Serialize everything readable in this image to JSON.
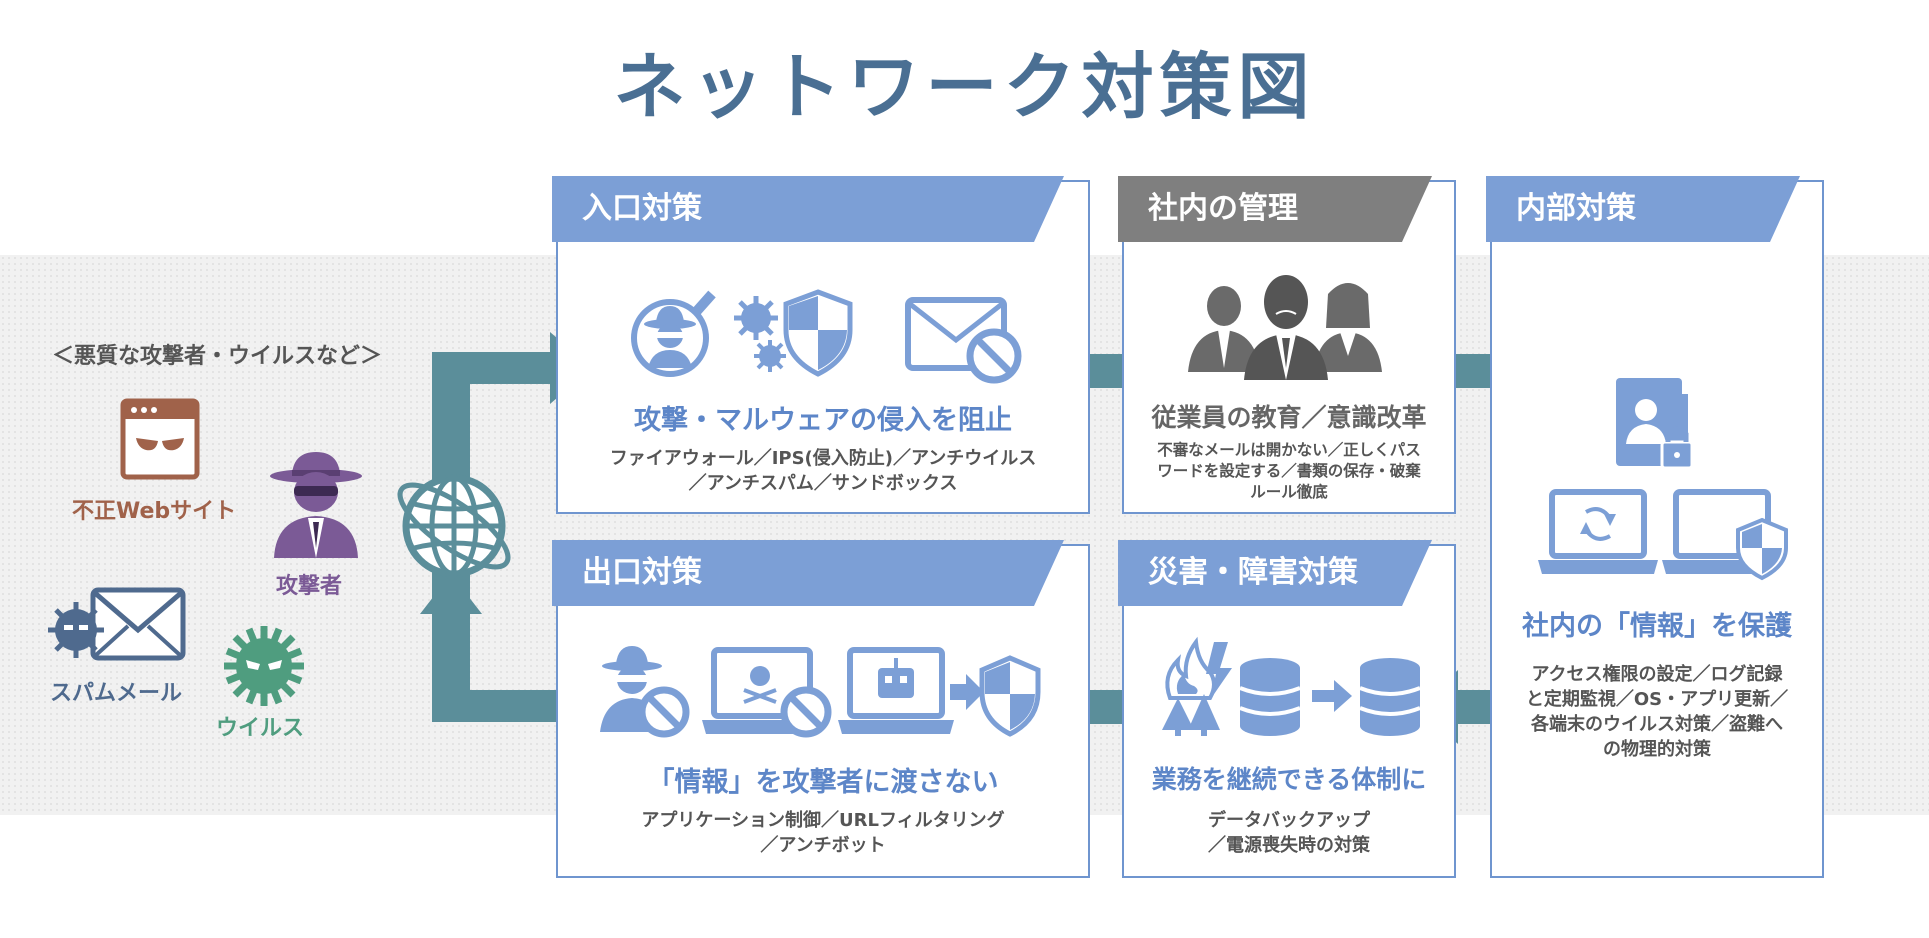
{
  "title": "ネットワーク対策図",
  "threats": {
    "heading": "＜悪質な攻撃者・ウイルスなど＞",
    "fraud_site": "不正Webサイト",
    "attacker": "攻撃者",
    "spam": "スパムメール",
    "virus": "ウイルス"
  },
  "panels": {
    "entry": {
      "tab": "入口対策",
      "heading": "攻撃・マルウェアの侵入を阻止",
      "desc_lines": [
        "ファイアウォール／IPS(侵入防止)／アンチウイルス",
        "／アンチスパム／サンドボックス"
      ]
    },
    "internal_mgmt": {
      "tab": "社内の管理",
      "heading": "従業員の教育／意識改革",
      "desc_lines": [
        "不審なメールは開かない／正しくパス",
        "ワードを設定する／書類の保存・破棄",
        "ルール徹底"
      ]
    },
    "inside": {
      "tab": "内部対策",
      "heading": "社内の「情報」を保護",
      "desc_lines": [
        "アクセス権限の設定／ログ記録",
        "と定期監視／OS・アプリ更新／",
        "各端末のウイルス対策／盗難へ",
        "の物理的対策"
      ]
    },
    "exit": {
      "tab": "出口対策",
      "heading": "「情報」を攻撃者に渡さない",
      "desc_lines": [
        "アプリケーション制御／URLフィルタリング",
        "／アンチボット"
      ]
    },
    "disaster": {
      "tab": "災害・障害対策",
      "heading": "業務を継続できる体制に",
      "desc_lines": [
        "データバックアップ",
        "／電源喪失時の対策"
      ]
    }
  },
  "colors": {
    "title": "#4a6f93",
    "panel_blue": "#7c9fd6",
    "icon_blue": "#7c9fd6",
    "arrow_teal": "#5b8e9a",
    "gray_tab": "#7f7f7f",
    "fraud": "#a0624a",
    "attacker": "#7b5a96",
    "spam": "#4f6a8e",
    "virus": "#4f9d7f"
  }
}
